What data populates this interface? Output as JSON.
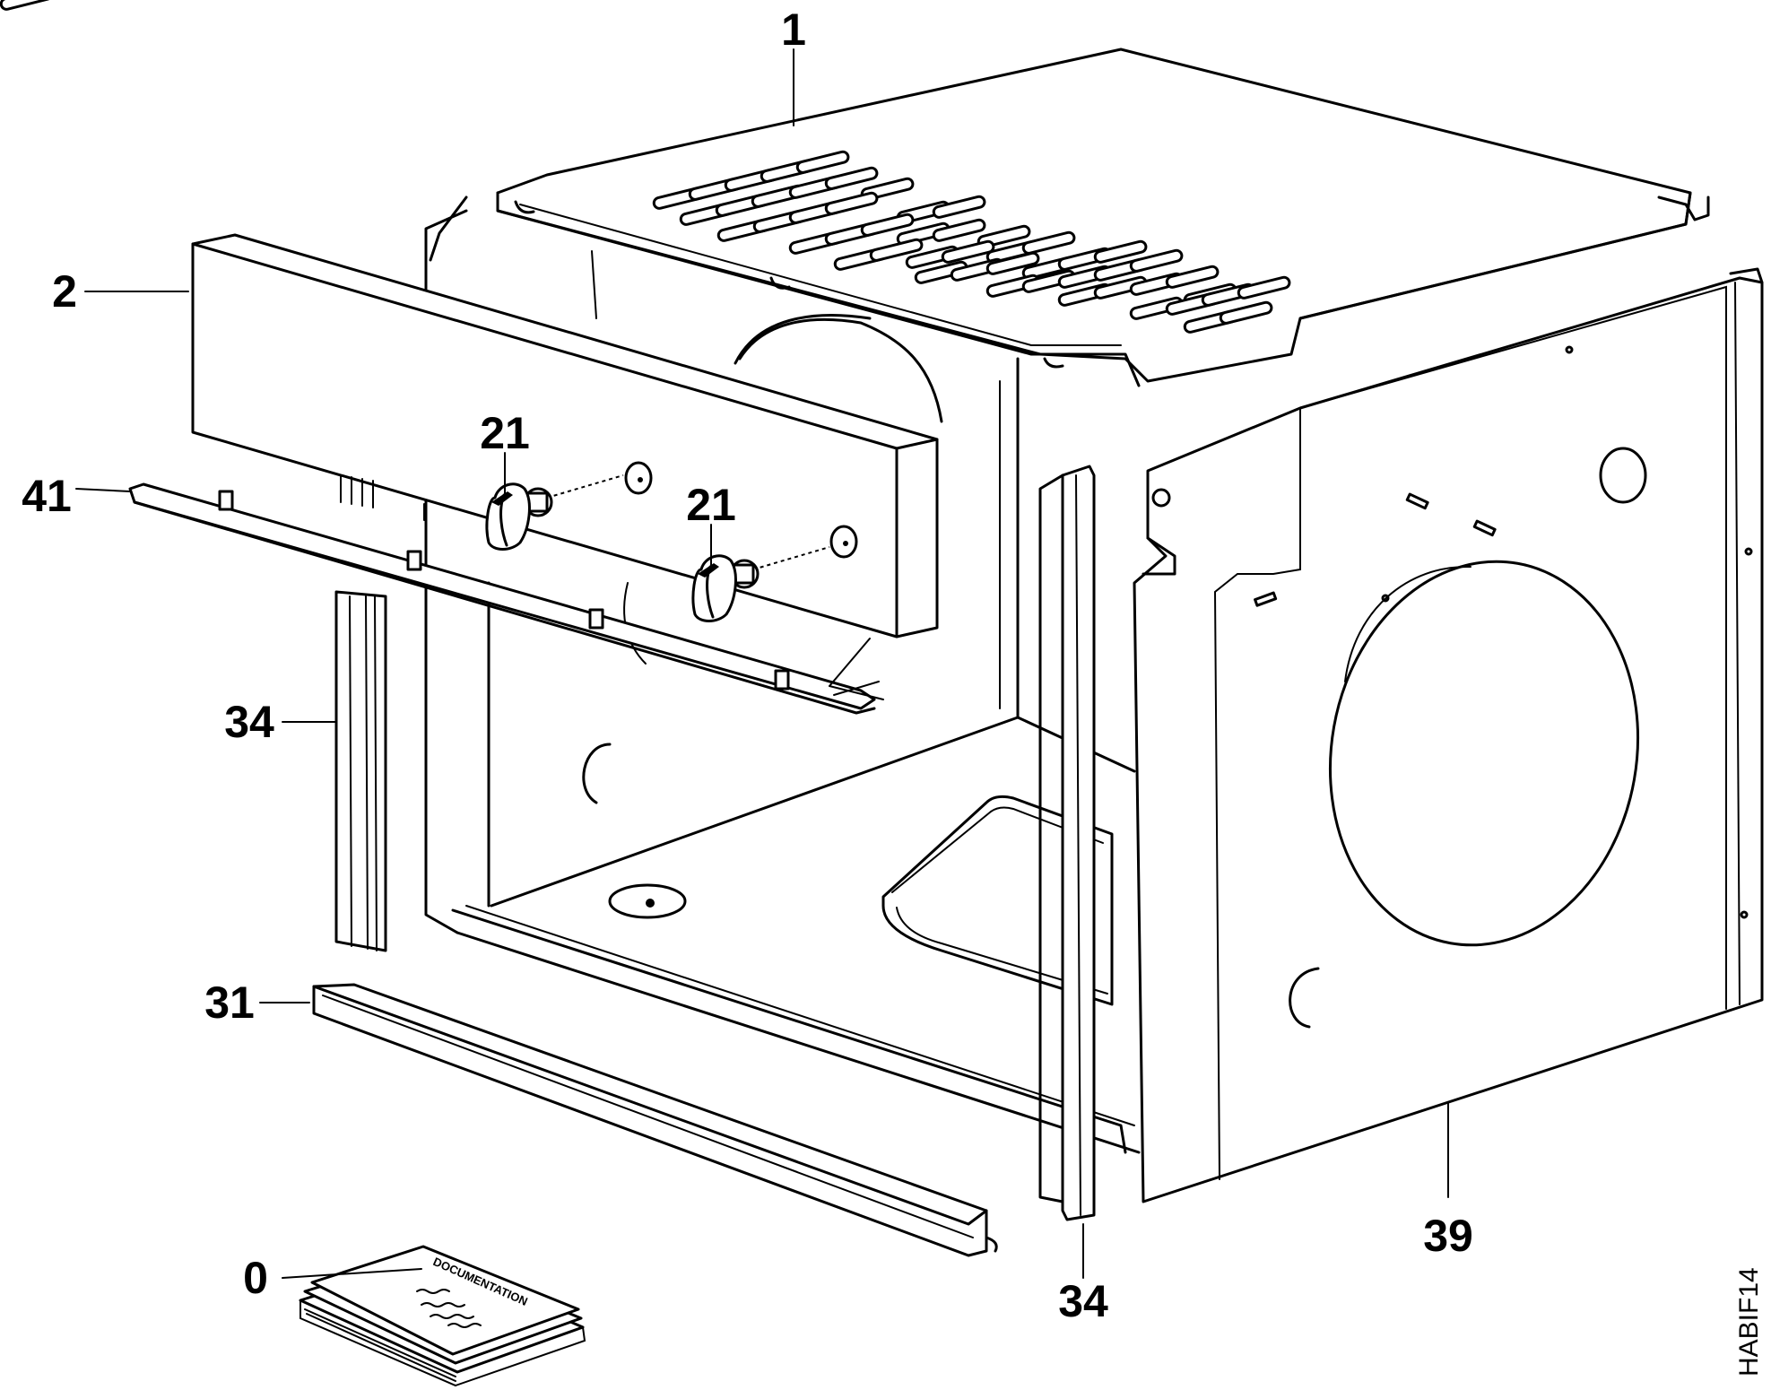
{
  "labels": {
    "top_panel": "1",
    "control_panel": "2",
    "knob_left": "21",
    "knob_right": "21",
    "front_rail": "41",
    "side_strip_left": "34",
    "bottom_strip": "31",
    "side_strip_right": "34",
    "side_panel": "39",
    "documentation": "0"
  },
  "booklet_title": "DOCUMENTATION",
  "drawing_code": "HABIF14"
}
